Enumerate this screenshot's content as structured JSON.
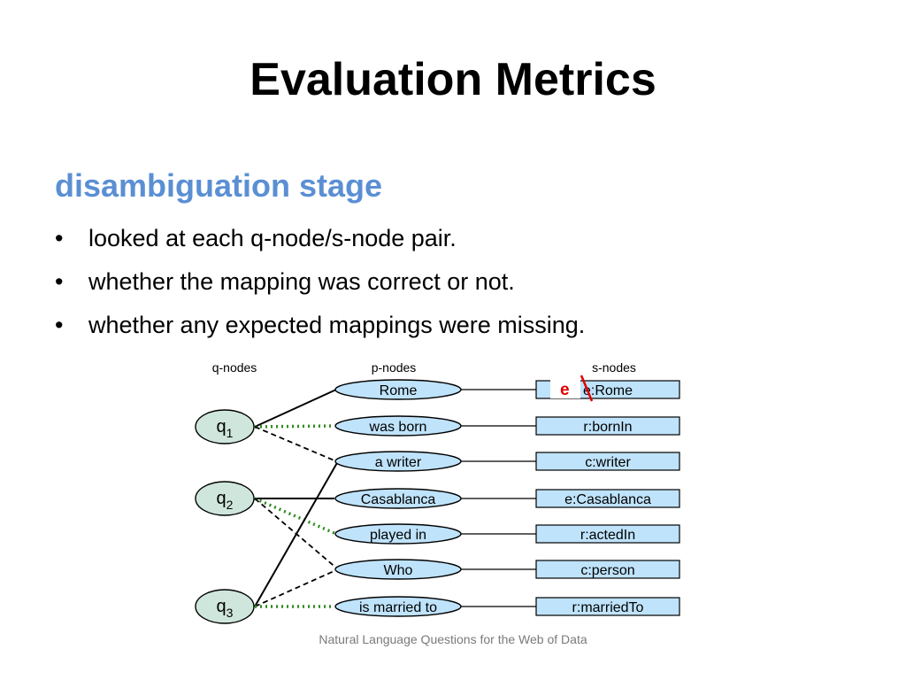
{
  "slide": {
    "title": "Evaluation Metrics",
    "heading": "disambiguation stage",
    "bullets": [
      "looked at each q-node/s-node pair.",
      "whether the mapping was correct or not.",
      "whether any expected mappings were missing."
    ],
    "footer": "Natural Language Questions for the Web of Data"
  },
  "diagram": {
    "column_headers": {
      "q": "q-nodes",
      "p": "p-nodes",
      "s": "s-nodes"
    },
    "q_nodes": [
      {
        "name": "q",
        "sub": "1"
      },
      {
        "name": "q",
        "sub": "2"
      },
      {
        "name": "q",
        "sub": "3"
      }
    ],
    "p_nodes": [
      "Rome",
      "was born",
      "a writer",
      "Casablanca",
      "played in",
      "Who",
      "is married to"
    ],
    "s_nodes": [
      "e:Rome",
      "r:bornIn",
      "c:writer",
      "e:Casablanca",
      "r:actedIn",
      "c:person",
      "r:marriedTo"
    ],
    "edges": [
      {
        "from": "q1",
        "to": "Rome",
        "style": "solid"
      },
      {
        "from": "q1",
        "to": "was born",
        "style": "dotted"
      },
      {
        "from": "q1",
        "to": "a writer",
        "style": "dashed"
      },
      {
        "from": "q2",
        "to": "Casablanca",
        "style": "solid"
      },
      {
        "from": "q2",
        "to": "played in",
        "style": "dotted"
      },
      {
        "from": "q2",
        "to": "Who",
        "style": "dashed"
      },
      {
        "from": "q3",
        "to": "a writer",
        "style": "solid"
      },
      {
        "from": "q3",
        "to": "Who",
        "style": "dashed"
      },
      {
        "from": "q3",
        "to": "is married to",
        "style": "dotted"
      }
    ],
    "annotation": {
      "label": "e",
      "color": "#e00000"
    },
    "colors": {
      "node_fill": "#bfe3fb",
      "q_fill": "#cfe6dc",
      "dotted_edge": "#2e8b1e",
      "annotation": "#e00000"
    }
  }
}
